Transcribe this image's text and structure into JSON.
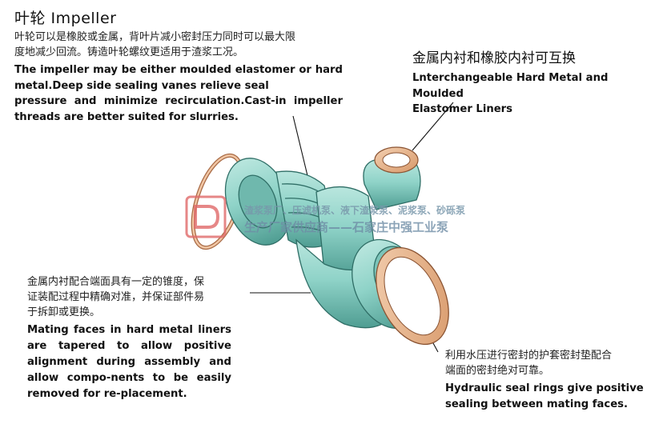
{
  "title": "叶轮 Impeller",
  "impeller": {
    "zh_lines": [
      "叶轮可以是橡胶或金属，背叶片减小密封压力同时可以最大限",
      "度地减少回流。铸造叶轮螺纹更适用于渣浆工况。"
    ],
    "en_lines": [
      "The impeller may be either moulded elastomer or hard",
      "metal.Deep side sealing vanes relieve seal",
      "pressure and minimize recirculation.Cast-in impeller",
      "threads are better suited for slurries."
    ]
  },
  "liners": {
    "zh": "金属内衬和橡胶内衬可互换",
    "en_lines": [
      "Lnterchangeable Hard Metal and Moulded",
      "Elastomer Liners"
    ]
  },
  "mating": {
    "zh_lines": [
      "金属内衬配合端面具有一定的锥度，保",
      "证装配过程中精确对准，并保证部件易",
      "于拆卸或更换。"
    ],
    "en_lines": [
      "Mating faces in hard metal liners",
      "are tapered to allow positive",
      "alignment during assembly and",
      "allow compo-nents to be easily",
      "removed for re-placement."
    ]
  },
  "seal": {
    "zh_lines": [
      "利用水压进行密封的护套密封垫配合",
      "端面的密封绝对可靠。"
    ],
    "en_lines": [
      "Hydraulic seal rings give positive",
      "sealing between mating faces."
    ]
  },
  "watermark": {
    "line1": "渣浆泵厂、压滤机泵、液下渣浆泵、泥浆泵、砂砾泵",
    "line2": "生产厂家供应商——石家庄中强工业泵"
  },
  "colors": {
    "liner": "#8fd3c8",
    "liner_dark": "#2f6e66",
    "seal_ring": "#e8b78f",
    "watermark": "#c0392b"
  }
}
